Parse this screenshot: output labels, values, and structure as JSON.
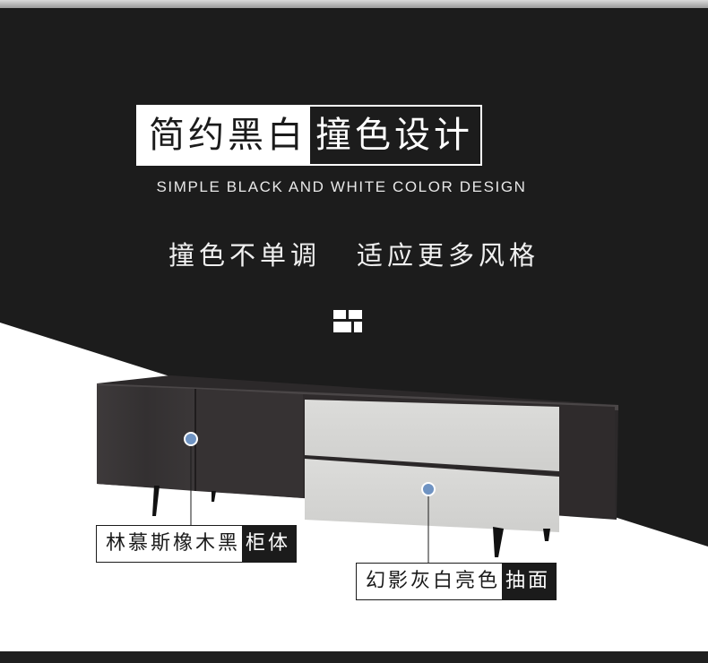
{
  "title": {
    "part_light": "简约黑白",
    "part_dark": "撞色设计"
  },
  "subtitle": "SIMPLE BLACK AND WHITE COLOR DESIGN",
  "slogan": {
    "left": "撞色不单调",
    "right": "适应更多风格"
  },
  "callouts": [
    {
      "light": "林慕斯橡木黑",
      "dark": "柜体"
    },
    {
      "light": "幻影灰白亮色",
      "dark": "抽面"
    }
  ],
  "colors": {
    "background_dark": "#1c1c1c",
    "background_light": "#ffffff",
    "cabinet_body": "#3a3637",
    "drawer_front": "#d6d6d4",
    "marker_blue": "#6f93c2"
  }
}
